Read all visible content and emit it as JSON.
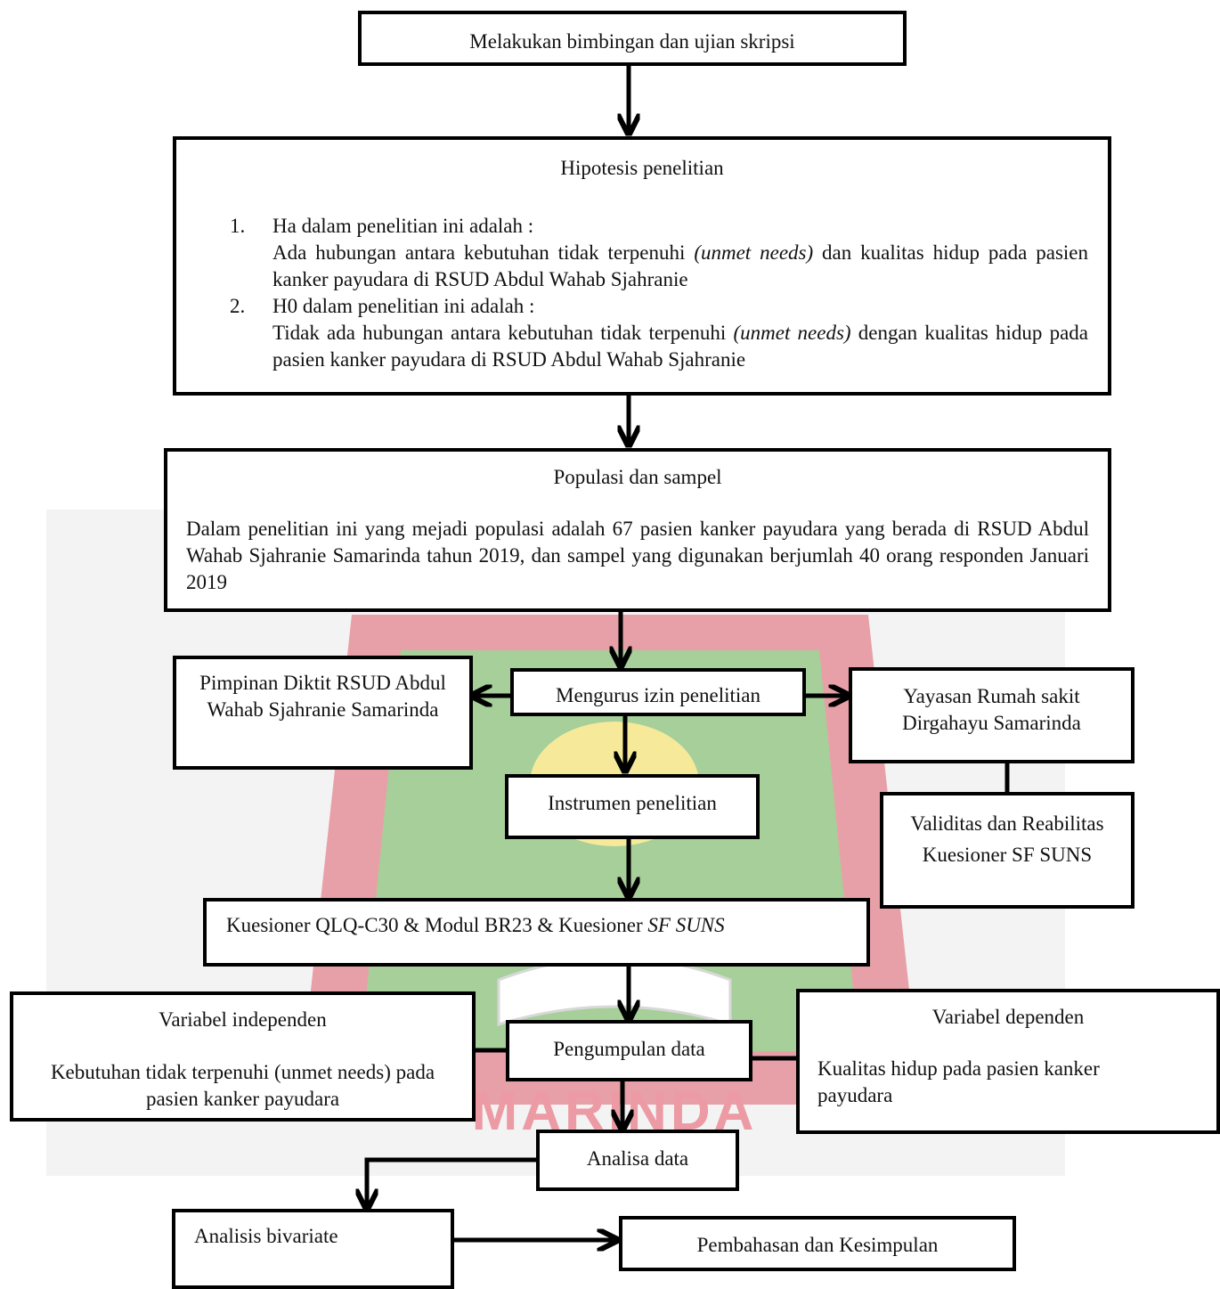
{
  "boxes": {
    "bimbingan": "Melakukan bimbingan dan ujian skripsi",
    "hipotesis": {
      "title": "Hipotesis penelitian",
      "items": [
        {
          "num": "1.",
          "heading": "Ha dalam penelitian ini adalah :",
          "pre": "Ada hubungan antara kebutuhan tidak terpenuhi ",
          "italic": "(unmet needs)",
          "post": " dan kualitas hidup pada pasien kanker payudara di RSUD Abdul Wahab Sjahranie"
        },
        {
          "num": "2.",
          "heading": "H0 dalam penelitian ini adalah :",
          "pre": "Tidak ada hubungan antara kebutuhan tidak terpenuhi ",
          "italic": "(unmet needs)",
          "post": " dengan  kualitas hidup pada pasien kanker payudara di RSUD Abdul Wahab Sjahranie"
        }
      ]
    },
    "populasi": {
      "title": "Populasi dan sampel",
      "text": "Dalam penelitian ini yang mejadi populasi adalah 67 pasien kanker payudara yang berada di RSUD Abdul Wahab Sjahranie Samarinda tahun 2019, dan sampel yang digunakan berjumlah 40 orang responden Januari 2019"
    },
    "pimpinan": "Pimpinan Diktit RSUD Abdul Wahab Sjahranie Samarinda",
    "izin": "Mengurus izin penelitian",
    "yayasan": "Yayasan Rumah sakit Dirgahayu Samarinda",
    "instrumen": "Instrumen penelitian",
    "validitas": "Validitas dan Reabilitas Kuesioner SF SUNS",
    "kuesioner": {
      "pre": "Kuesioner QLQ-C30 & Modul  BR23 & Kuesioner ",
      "italic": "SF SUNS"
    },
    "independen": {
      "title": "Variabel independen",
      "text": "Kebutuhan tidak terpenuhi (unmet needs) pada pasien kanker payudara"
    },
    "pengumpulan": "Pengumpulan data",
    "dependen": {
      "title": "Variabel dependen",
      "text": "Kualitas hidup  pada pasien kanker payudara"
    },
    "analisa": "Analisa data",
    "bivariate": "Analisis bivariate",
    "pembahasan": "Pembahasan dan Kesimpulan"
  },
  "watermark": {
    "text": "MARINDA",
    "colors": {
      "red": "#e8a0a8",
      "green": "#a6cf9a",
      "yellow": "#f6ea9a",
      "band": "#f3f3f3"
    }
  }
}
